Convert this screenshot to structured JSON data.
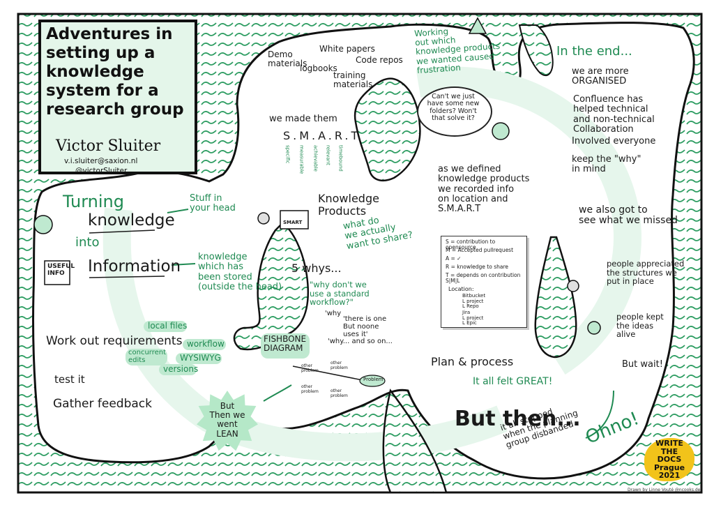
{
  "header": {
    "title": "Adventures in\nsetting up a\nknowledge\nsystem for a\nresearch group",
    "author": "Victor Sluiter",
    "email": "v.i.sluiter@saxion.nl",
    "twitter": "@victorSluiter"
  },
  "left": {
    "turning": "Turning",
    "knowledge": "knowledge",
    "into": "into",
    "information": "Information",
    "stuff_in_head": "Stuff in\nyour head",
    "knowledge_stored": "knowledge\nwhich has\nbeen stored\n(outside the head)",
    "useful_info": "USEFUL\nINFO",
    "work_out": "Work out requirements",
    "test_it": "test it",
    "gather": "Gather feedback",
    "local_files": "local files",
    "workflow": "workflow",
    "concurrent": "concurrent\nedits",
    "wysiwyg": "WYSIWYG",
    "versions": "versions",
    "lean": "But\nThen we\nwent\nLEAN"
  },
  "middle": {
    "demo": "Demo\nmaterials",
    "logbooks": "logbooks",
    "white_papers": "White papers",
    "code_repos": "Code repos",
    "training": "training\nmaterials",
    "made_them": "we made them",
    "smart": "S.M.A.R.T",
    "smart_specific": "specific",
    "smart_measurable": "measurable",
    "smart_achievable": "achievable",
    "smart_relevant": "relevant",
    "smart_timebound": "timebound",
    "kp": "Knowledge\nProducts",
    "what_share": "what do\nwe actually\nwant to share?",
    "box_label": "SMART",
    "five_whys": "5 whys...",
    "why_dont": "\"why don't we\nuse a standard\nworkflow?\"",
    "why": "'why",
    "there_is_one": "'there is one\nBut noone\nuses it'",
    "why_so_on": "'why...     and so on...",
    "fishbone": "FISHBONE\nDIAGRAM",
    "other_problem": "other\nproblem",
    "problem": "Problem",
    "working_out": "Working\nout which\nknowledge products\nwe wanted caused\nfrustration",
    "cant_we": "Can't we just\nhave some new\nfolders? Won't\nthat solve it?",
    "as_we_defined": "as we defined\nknowledge products\nwe recorded info\non location and\nS.M.A.R.T",
    "plan": "Plan & process",
    "felt_great": "It all felt GREAT!",
    "but_then": "But then...",
    "stopped": "it all stopped\nwhen the planning\ngroup disbanded"
  },
  "note": {
    "s": "S = contribution to opensource",
    "m": "M = Accepted pullrequest",
    "a": "A = ✓",
    "r": "R = knowledge to share",
    "t": "T = depends on contribution\n      S|M|L",
    "location": "Location:",
    "bitbucket": "Bitbucket\n  L project\n     L Repo",
    "jira": "Jira\n  L project\n     L Epic"
  },
  "right": {
    "in_the_end": "In the end...",
    "organised": "we are more\nORGANISED",
    "confluence": "Confluence has\nhelped technical\nand non-technical\nCollaboration",
    "involved": "Involved everyone",
    "keep_why": "keep the \"why\"\nin mind",
    "got_to_see": "we also got to\nsee what we missed",
    "appreciated": "people appreciated\nthe structures we\nput in place",
    "kept_ideas": "people kept\nthe ideas\nalive",
    "but_wait": "But wait!",
    "ohno": "Ohno!",
    "badge": "WRITE\nTHE\nDOCS\nPrague\n2021",
    "credit": "Drawn by Linne Vouté @ncooks.de"
  },
  "colors": {
    "ink": "#1a1a1a",
    "green": "#1f8a52",
    "mint": "#bfe9d0",
    "titlebg": "#e4f6ea",
    "badge": "#f2c31a"
  }
}
